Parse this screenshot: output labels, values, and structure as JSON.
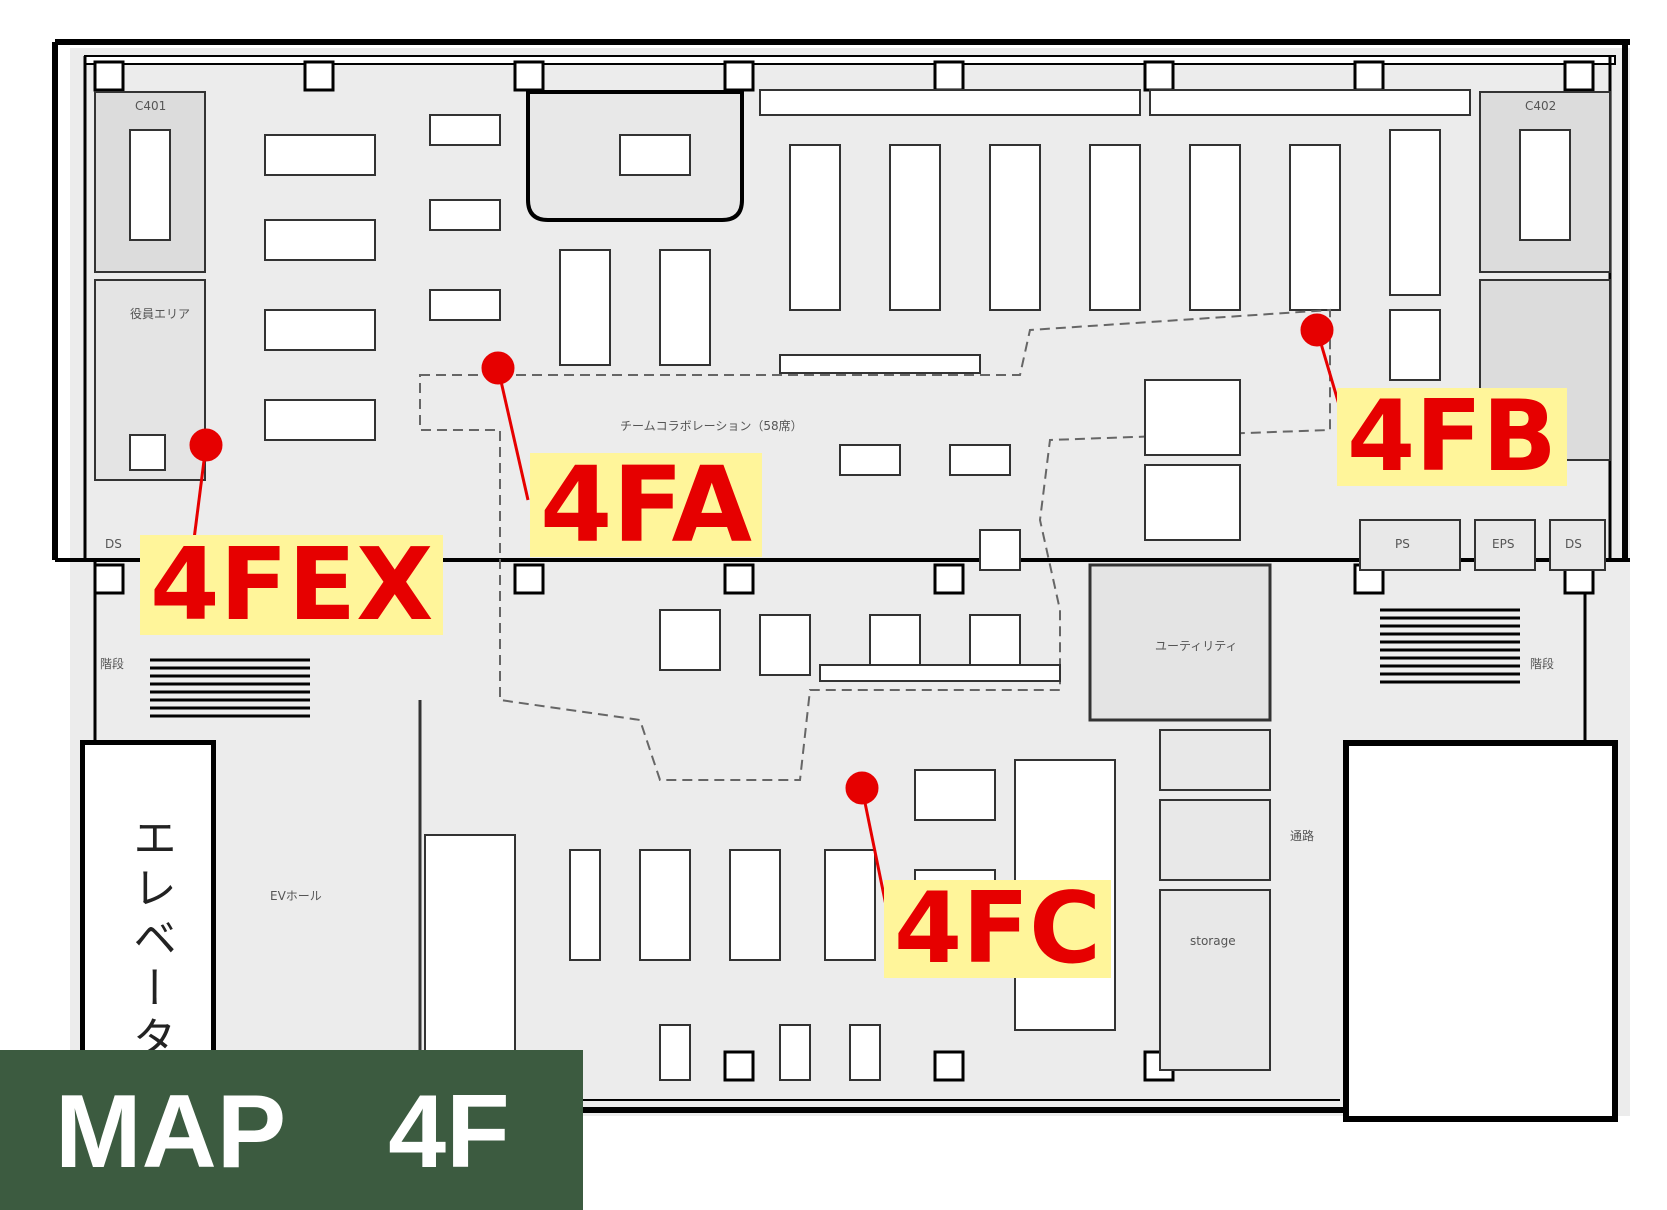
{
  "map": {
    "title": "MAP　4F",
    "elevator_label": "エレベータ",
    "zones": [
      {
        "id": "4FA",
        "label": "4FA"
      },
      {
        "id": "4FB",
        "label": "4FB"
      },
      {
        "id": "4FC",
        "label": "4FC"
      },
      {
        "id": "4FEX",
        "label": "4FEX"
      }
    ],
    "room_labels": {
      "c401": "C401",
      "c402": "C402",
      "officer_area": "役員エリア",
      "team_collab": "チームコラボレーション（58席）",
      "utility": "ユーティリティ",
      "ev_hall": "EVホール",
      "stairs_left": "階段",
      "stairs_right": "階段",
      "storage": "storage",
      "passage": "通路",
      "eps": "EPS",
      "ps": "PS",
      "ds_left": "DS",
      "ds_right": "DS"
    },
    "colors": {
      "zone_text": "#e60000",
      "zone_highlight": "#fff59a",
      "marker": "#e60000",
      "banner": "#3c5b40",
      "floor": "#ececec",
      "wall": "#000000"
    }
  }
}
